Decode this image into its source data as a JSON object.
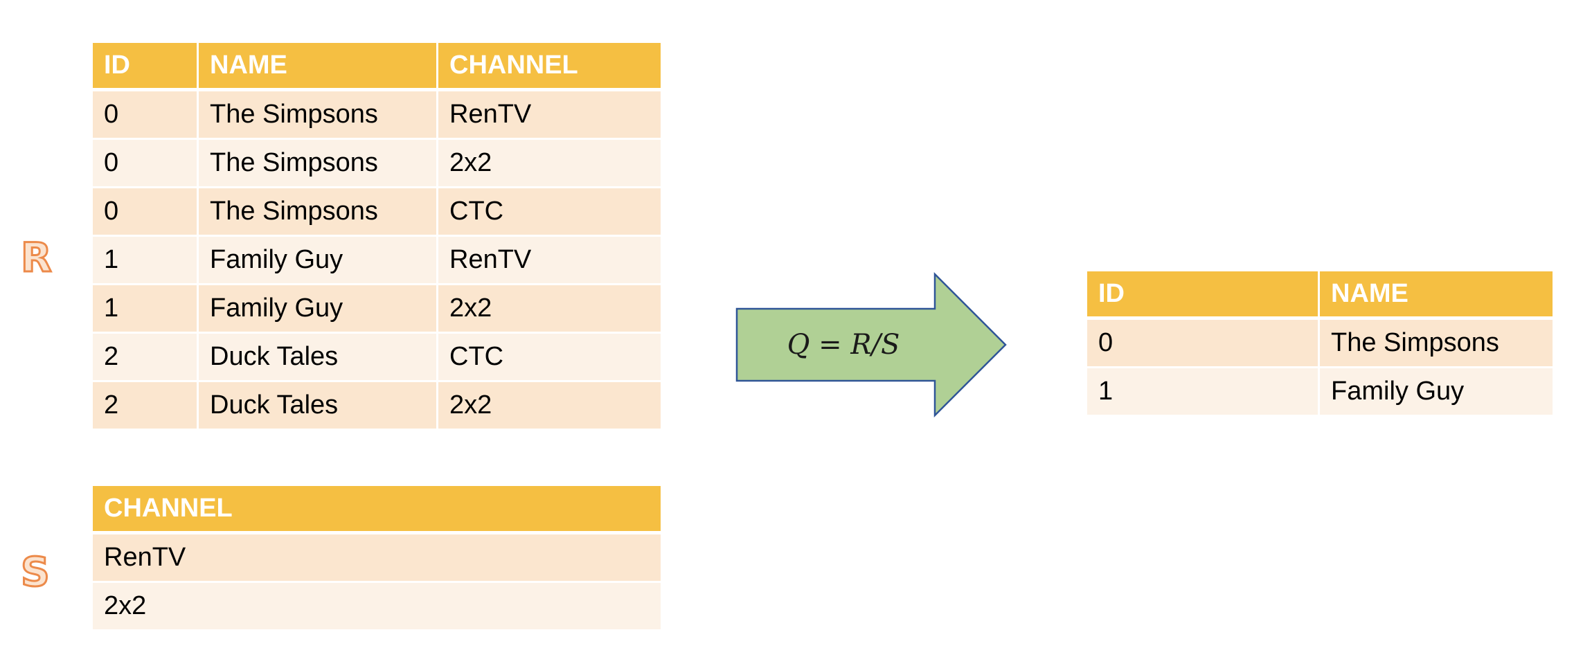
{
  "relation_r": {
    "label": "R",
    "columns": [
      "ID",
      "NAME",
      "CHANNEL"
    ],
    "rows": [
      [
        "0",
        "The Simpsons",
        "RenTV"
      ],
      [
        "0",
        "The Simpsons",
        "2x2"
      ],
      [
        "0",
        "The Simpsons",
        "CTC"
      ],
      [
        "1",
        "Family Guy",
        "RenTV"
      ],
      [
        "1",
        "Family Guy",
        "2x2"
      ],
      [
        "2",
        "Duck Tales",
        "CTC"
      ],
      [
        "2",
        "Duck Tales",
        "2x2"
      ]
    ]
  },
  "relation_s": {
    "label": "S",
    "columns": [
      "CHANNEL"
    ],
    "rows": [
      [
        "RenTV"
      ],
      [
        "2x2"
      ]
    ]
  },
  "operation": {
    "formula": "Q = R/S"
  },
  "relation_q": {
    "columns": [
      "ID",
      "NAME"
    ],
    "rows": [
      [
        "0",
        "The Simpsons"
      ],
      [
        "1",
        "Family Guy"
      ]
    ]
  },
  "colors": {
    "header": "#f5bf42",
    "row_odd": "#fbe6cf",
    "row_even": "#fcf2e7",
    "arrow_fill": "#b0d095",
    "arrow_stroke": "#2f5597",
    "label_outline": "#ec8a4a"
  }
}
